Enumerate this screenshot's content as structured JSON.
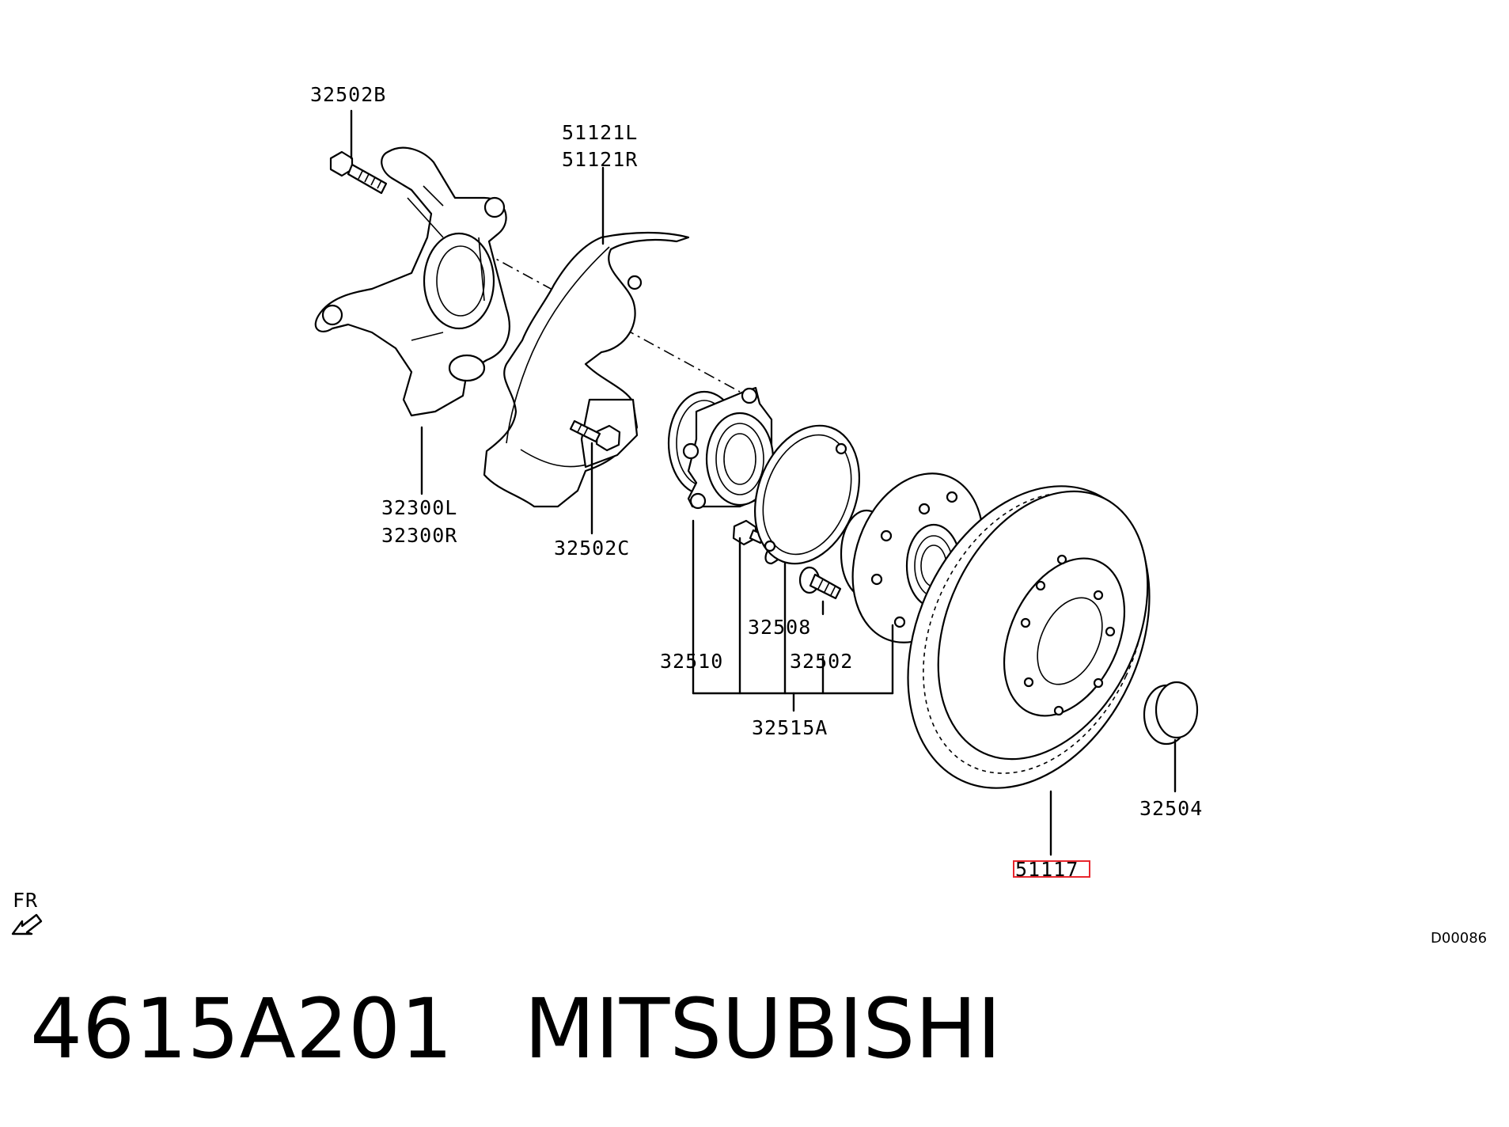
{
  "labels": {
    "p32502B": "32502B",
    "p51121L": "51121L",
    "p51121R": "51121R",
    "p32300L": "32300L",
    "p32300R": "32300R",
    "p32502C": "32502C",
    "p32508": "32508",
    "p32510": "32510",
    "p32502": "32502",
    "p32515A": "32515A",
    "p32504": "32504",
    "p51117": "51117",
    "fr": "FR",
    "ref": "D00086"
  },
  "highlight_color": "#e8262d",
  "caption": {
    "part_number": "4615A201",
    "brand": "MITSUBISHI"
  }
}
